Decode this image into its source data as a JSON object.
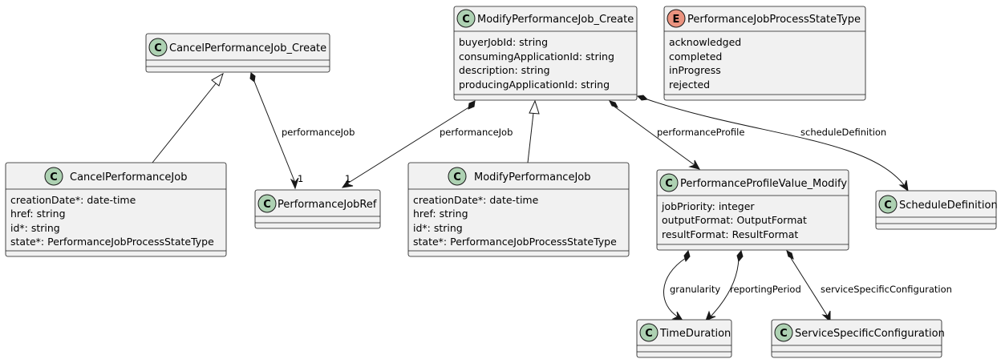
{
  "classes": {
    "cancel_create": {
      "name": "CancelPerformanceJob_Create",
      "stereotype": "C",
      "attributes": []
    },
    "modify_create": {
      "name": "ModifyPerformanceJob_Create",
      "stereotype": "C",
      "attributes": [
        "buyerJobId: string",
        "consumingApplicationId: string",
        "description: string",
        "producingApplicationId: string"
      ]
    },
    "state_enum": {
      "name": "PerformanceJobProcessStateType",
      "stereotype": "E",
      "attributes": [
        "acknowledged",
        "completed",
        "inProgress",
        "rejected"
      ]
    },
    "cancel_job": {
      "name": "CancelPerformanceJob",
      "stereotype": "C",
      "attributes": [
        "creationDate*: date-time",
        "href: string",
        "id*: string",
        "state*: PerformanceJobProcessStateType"
      ]
    },
    "job_ref": {
      "name": "PerformanceJobRef",
      "stereotype": "C",
      "attributes": []
    },
    "modify_job": {
      "name": "ModifyPerformanceJob",
      "stereotype": "C",
      "attributes": [
        "creationDate*: date-time",
        "href: string",
        "id*: string",
        "state*: PerformanceJobProcessStateType"
      ]
    },
    "profile_modify": {
      "name": "PerformanceProfileValue_Modify",
      "stereotype": "C",
      "attributes": [
        "jobPriority: integer",
        "outputFormat: OutputFormat",
        "resultFormat: ResultFormat"
      ]
    },
    "schedule_def": {
      "name": "ScheduleDefinition",
      "stereotype": "C",
      "attributes": []
    },
    "time_duration": {
      "name": "TimeDuration",
      "stereotype": "C",
      "attributes": []
    },
    "service_config": {
      "name": "ServiceSpecificConfiguration",
      "stereotype": "C",
      "attributes": []
    }
  },
  "relations": [
    {
      "id": "cancel-performancejob",
      "from": "cancel_create",
      "to": "job_ref",
      "kind": "composition",
      "label": "performanceJob",
      "multiplicity": "1"
    },
    {
      "id": "modify-performancejob",
      "from": "modify_create",
      "to": "job_ref",
      "kind": "composition",
      "label": "performanceJob",
      "multiplicity": "1"
    },
    {
      "id": "modify-performanceprofile",
      "from": "modify_create",
      "to": "profile_modify",
      "kind": "composition",
      "label": "performanceProfile"
    },
    {
      "id": "modify-scheduledefinition",
      "from": "modify_create",
      "to": "schedule_def",
      "kind": "composition",
      "label": "scheduleDefinition"
    },
    {
      "id": "profile-granularity",
      "from": "profile_modify",
      "to": "time_duration",
      "kind": "composition",
      "label": "granularity"
    },
    {
      "id": "profile-reportingperiod",
      "from": "profile_modify",
      "to": "time_duration",
      "kind": "composition",
      "label": "reportingPeriod"
    },
    {
      "id": "profile-servicespecificconfiguration",
      "from": "profile_modify",
      "to": "service_config",
      "kind": "composition",
      "label": "serviceSpecificConfiguration"
    },
    {
      "id": "cancel-inheritance",
      "from": "cancel_job",
      "to": "cancel_create",
      "kind": "inheritance"
    },
    {
      "id": "modify-inheritance",
      "from": "modify_job",
      "to": "modify_create",
      "kind": "inheritance"
    }
  ]
}
